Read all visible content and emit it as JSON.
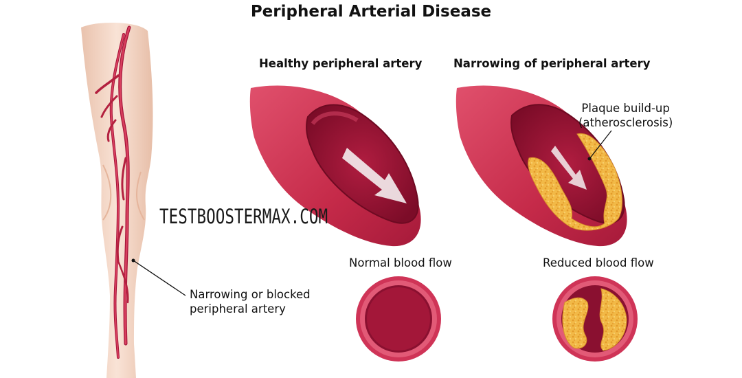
{
  "title": "Peripheral Arterial Disease",
  "panels": {
    "healthy": {
      "heading": "Healthy peripheral artery",
      "caption": "Normal blood flow"
    },
    "narrowed": {
      "heading": "Narrowing of peripheral artery",
      "caption": "Reduced blood flow",
      "callout": [
        "Plaque build-up",
        "(atherosclerosis)"
      ]
    }
  },
  "leg": {
    "callout": [
      "Narrowing or blocked",
      "peripheral artery"
    ]
  },
  "watermark": "TESTBOOSTERMAX.COM",
  "colors": {
    "skin": "#f5d8c8",
    "artery_wall": "#c8304f",
    "artery_inner": "#8a1030",
    "lumen": "#a01535",
    "plaque": "#f1b640"
  }
}
